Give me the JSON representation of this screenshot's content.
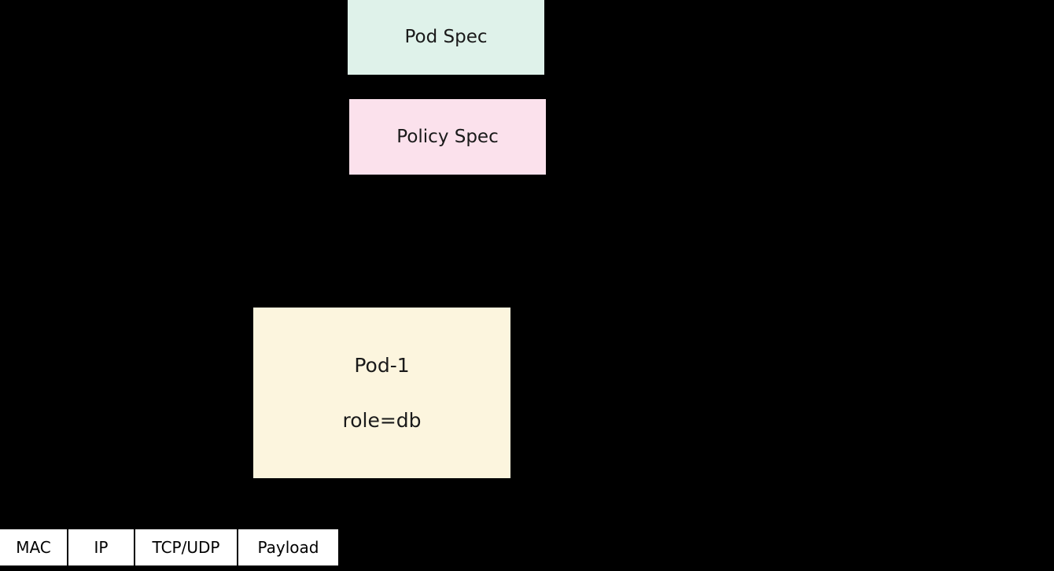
{
  "diagram": {
    "background_color": "#000000",
    "nodes": [
      {
        "id": "pod-spec",
        "label": "Pod Spec",
        "fill": "#dff2ea",
        "text_color": "#1a1a1a"
      },
      {
        "id": "policy-spec",
        "label": "Policy Spec",
        "fill": "#fbe1ec",
        "text_color": "#1a1a1a"
      },
      {
        "id": "pod-1",
        "label": "Pod-1",
        "sublabel": "role=db",
        "fill": "#fcf5de",
        "text_color": "#1a1a1a"
      }
    ],
    "packet": {
      "fill": "#ffffff",
      "text_color": "#000000",
      "fields": [
        {
          "label": "MAC"
        },
        {
          "label": "IP"
        },
        {
          "label": "TCP/UDP"
        },
        {
          "label": "Payload"
        }
      ]
    }
  }
}
